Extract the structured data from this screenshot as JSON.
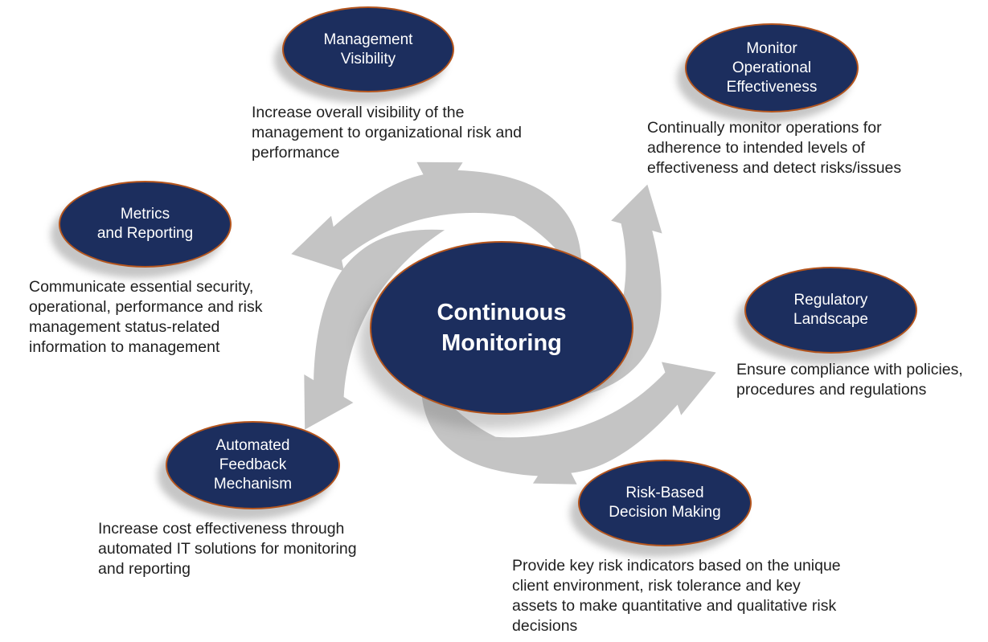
{
  "diagram": {
    "type": "hub-and-spoke swirl diagram",
    "center": {
      "label": "Continuous\nMonitoring"
    },
    "nodes": [
      {
        "id": "management-visibility",
        "label": "Management\nVisibility",
        "desc": "Increase overall visibility of the\nmanagement to organizational risk and\nperformance"
      },
      {
        "id": "monitor-operational-effectiveness",
        "label": "Monitor\nOperational\nEffectiveness",
        "desc": "Continually monitor operations for\nadherence to intended levels of\neffectiveness and detect risks/issues"
      },
      {
        "id": "metrics-and-reporting",
        "label": "Metrics\nand Reporting",
        "desc": "Communicate essential security,\noperational, performance and risk\nmanagement status-related\ninformation to management"
      },
      {
        "id": "regulatory-landscape",
        "label": "Regulatory\nLandscape",
        "desc": "Ensure compliance with policies,\nprocedures and regulations"
      },
      {
        "id": "automated-feedback-mechanism",
        "label": "Automated\nFeedback\nMechanism",
        "desc": "Increase cost effectiveness through\nautomated IT solutions for monitoring\nand reporting"
      },
      {
        "id": "risk-based-decision-making",
        "label": "Risk-Based\nDecision Making",
        "desc": "Provide key risk indicators based on the unique\nclient environment, risk tolerance and key\nassets to make quantitative and qualitative risk\ndecisions"
      }
    ],
    "colors": {
      "ellipse_fill": "#1c2e5e",
      "ellipse_border": "#b4551d",
      "ellipse_text": "#ffffff",
      "arrow": "#c4c4c4",
      "body_text": "#1f1f1f",
      "background": "#ffffff"
    }
  }
}
